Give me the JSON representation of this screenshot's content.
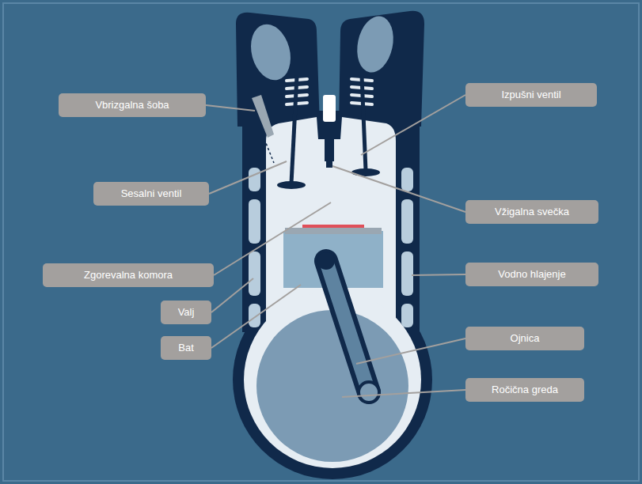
{
  "diagram": {
    "labels": [
      "Vbrizgalna šoba",
      "Sesalni ventil",
      "Zgorevalna komora",
      "Valj",
      "Bat",
      "Izpušni ventil",
      "Vžigalna svečka",
      "Vodno hlajenje",
      "Ojnica",
      "Ročična greda"
    ]
  }
}
